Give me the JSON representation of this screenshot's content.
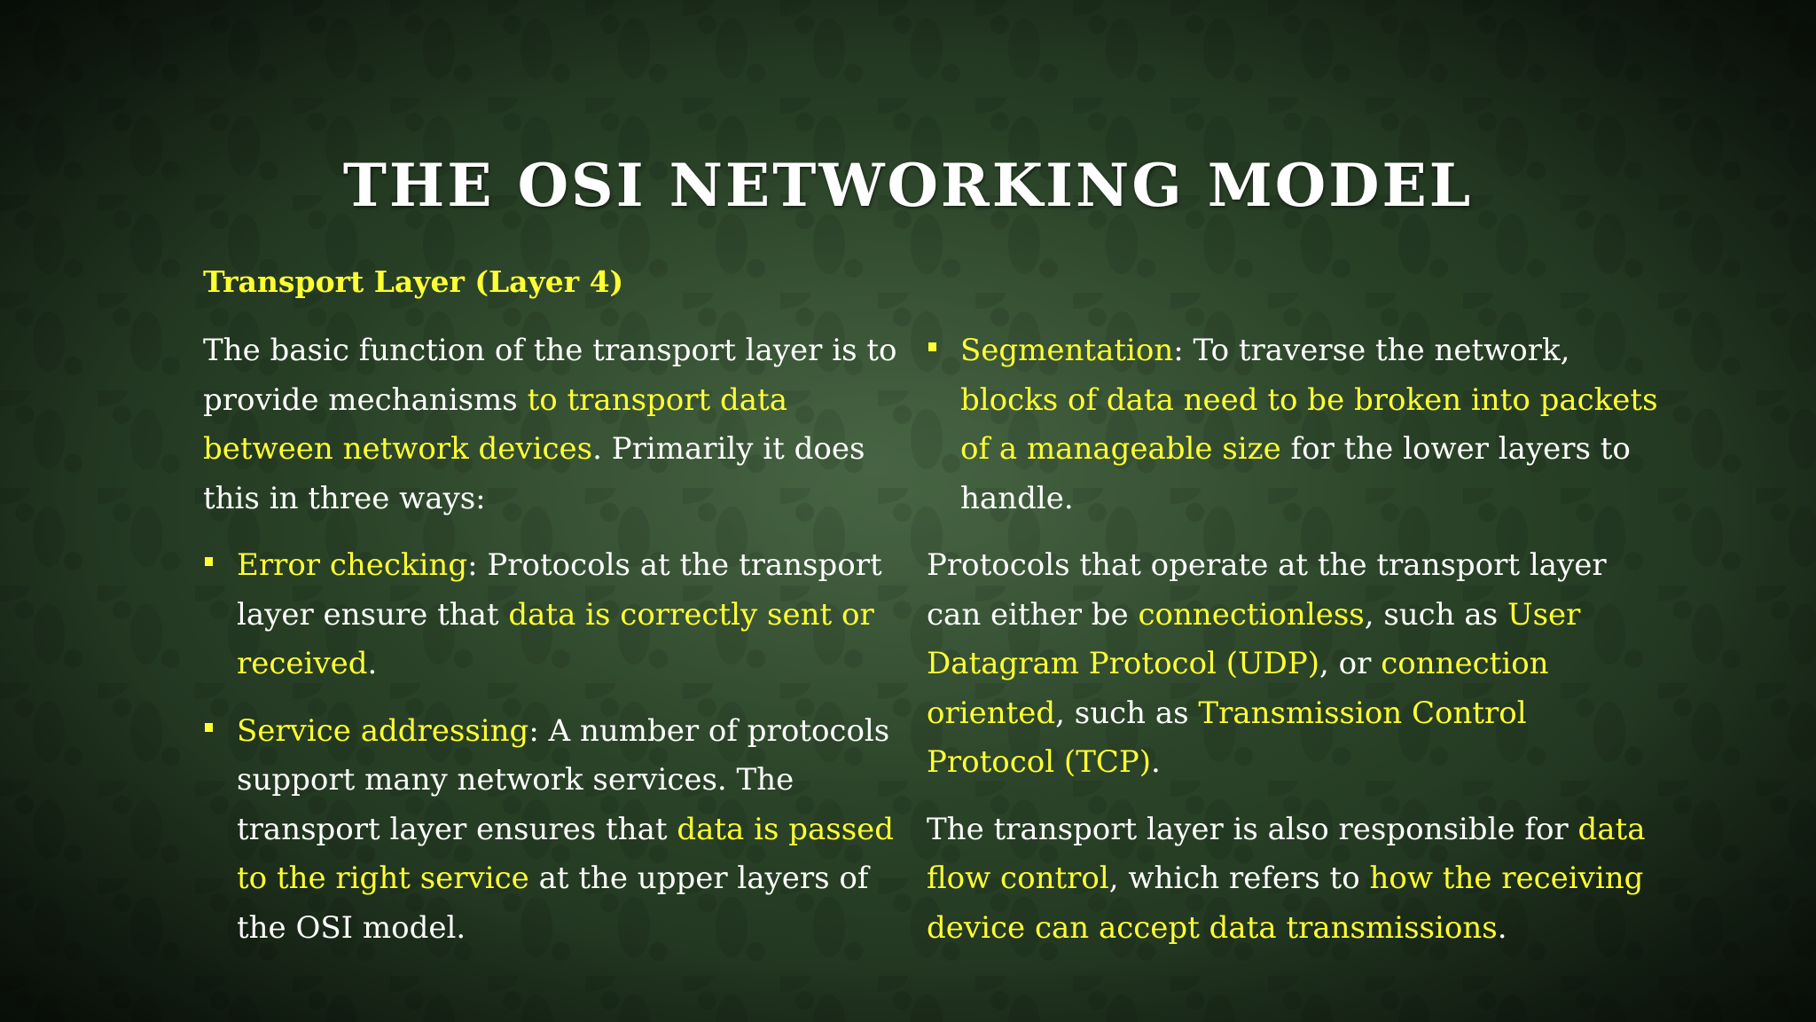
{
  "slide": {
    "title": "THE OSI NETWORKING MODEL",
    "subtitle": "Transport Layer (Layer 4)"
  },
  "left": {
    "intro": {
      "t1": "The basic function of the transport layer is to provide mechanisms ",
      "h1": "to transport data between network devices",
      "t2": ". Primarily it does this in three ways:"
    },
    "bullets": [
      {
        "term": "Error checking",
        "t1": ": Protocols at the transport layer ensure that ",
        "h1": "data is correctly sent or received",
        "t2": "."
      },
      {
        "term": "Service addressing",
        "t1": ": A number of protocols support many network services. The transport layer ensures that ",
        "h1": "data is passed to the right service",
        "t2": " at the upper layers of the OSI model."
      }
    ]
  },
  "right": {
    "bullet": {
      "term": "Segmentation",
      "t1": ": To traverse the network, ",
      "h1": "blocks of data need to be broken into packets of a manageable size",
      "t2": " for the lower layers to handle."
    },
    "para1": {
      "t1": "Protocols that operate at the transport layer can either be ",
      "h1": "connectionless",
      "t2": ", such as ",
      "h2": "User Datagram Protocol (UDP)",
      "t3": ", or ",
      "h3": "connection oriented",
      "t4": ", such as ",
      "h4": "Transmission Control Protocol (TCP)",
      "t5": "."
    },
    "para2": {
      "t1": "The transport layer is also responsible for ",
      "h1": "data flow control",
      "t2": ", which refers to ",
      "h2": "how the receiving device can accept data transmissions",
      "t3": "."
    }
  },
  "colors": {
    "highlight": "#ffff33",
    "text": "#ffffff",
    "background": "#2a4228"
  },
  "icons": {
    "bullet": "square-bullet-icon"
  }
}
